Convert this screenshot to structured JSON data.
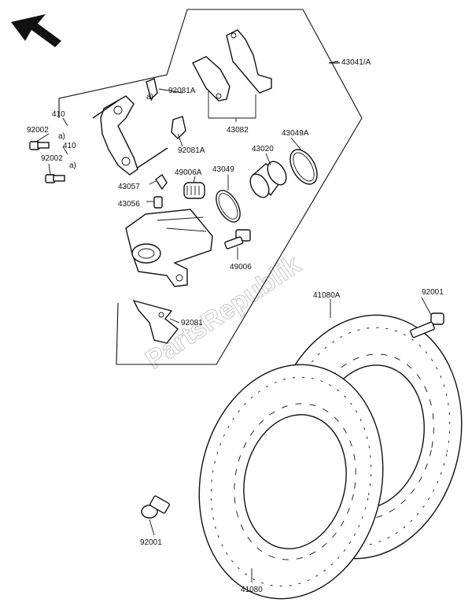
{
  "watermark": "PartsRepublik",
  "labels": {
    "assy": "43041/A",
    "pad_set": "43082",
    "spring_upper": "92081A",
    "spring_mid": "92081A",
    "seal_a": "43049A",
    "piston": "43020",
    "seal": "43049",
    "boot": "49006A",
    "bleeder_cap": "43057",
    "bleeder": "43056",
    "pin_bolt": "49006",
    "bracket_clip": "92081",
    "bolt_top": "92002",
    "bolt_bottom": "92002",
    "washer_top": "410",
    "washer_bottom": "410",
    "note_a1": "a)",
    "note_a2": "a)",
    "note_a3": "a)",
    "disc_a": "41080A",
    "disc": "41080",
    "disc_bolt_right": "92001",
    "disc_bolt_left": "92001"
  },
  "colors": {
    "ink": "#111111",
    "watermark": "#cfcfcf",
    "background": "#ffffff"
  }
}
